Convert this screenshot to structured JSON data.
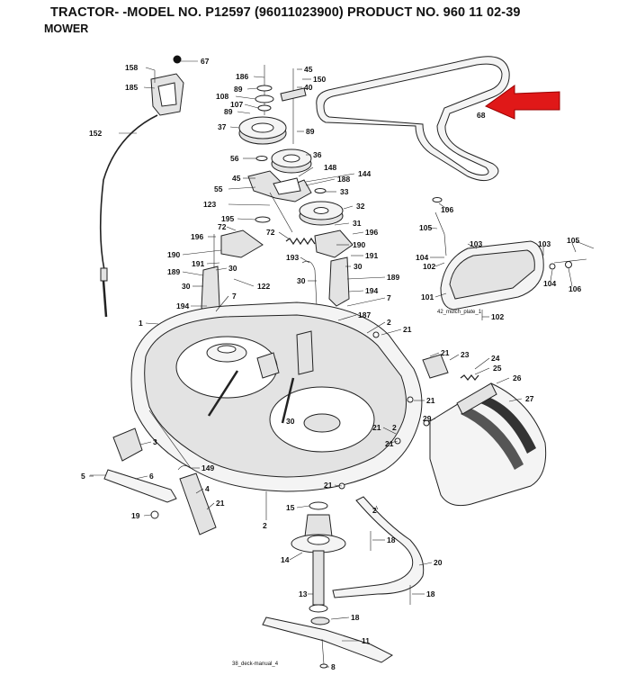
{
  "header": {
    "title": "TRACTOR- -MODEL NO. P12597 (96011023900) PRODUCT NO. 960 11 02-39",
    "subtitle": "MOWER"
  },
  "captions": {
    "mulch_plate": "42_mulch_plate_1",
    "deck_manual": "38_deck-manual_4"
  },
  "colors": {
    "arrow": "#e01818",
    "line": "#222222"
  },
  "callouts": {
    "c158": "158",
    "c67": "67",
    "c185": "185",
    "c152": "152",
    "c186": "186",
    "c89a": "89",
    "c108": "108",
    "c107": "107",
    "c89b": "89",
    "c37": "37",
    "c89c": "89",
    "c56": "56",
    "c36": "36",
    "c45a": "45",
    "c150": "150",
    "c40": "40",
    "c68": "68",
    "c45b": "45",
    "c148": "148",
    "c144": "144",
    "c188": "188",
    "c55": "55",
    "c33": "33",
    "c123": "123",
    "c32": "32",
    "c195": "195",
    "c31": "31",
    "c72a": "72",
    "c72b": "72",
    "c196a": "196",
    "c196b": "196",
    "c190a": "190",
    "c190b": "190",
    "c191a": "191",
    "c191b": "191",
    "c193": "193",
    "c30a": "30",
    "c30b": "30",
    "c30c": "30",
    "c30d": "30",
    "c30e": "30",
    "c189a": "189",
    "c189b": "189",
    "c122": "122",
    "c194a": "194",
    "c194b": "194",
    "c7a": "7",
    "c7b": "7",
    "c1": "1",
    "c187": "187",
    "c2a": "2",
    "c21a": "21",
    "c21b": "21",
    "c21c": "21",
    "c21d": "21",
    "c21e": "21",
    "c21f": "21",
    "c21g": "21",
    "c23": "23",
    "c24": "24",
    "c25": "25",
    "c26": "26",
    "c27": "27",
    "c29": "29",
    "c106a": "106",
    "c105a": "105",
    "c104a": "104",
    "c102a": "102",
    "c103a": "103",
    "c103b": "103",
    "c105b": "105",
    "c104b": "104",
    "c106b": "106",
    "c101": "101",
    "c102b": "102",
    "c3": "3",
    "c5": "5",
    "c6": "6",
    "c149": "149",
    "c4": "4",
    "c19": "19",
    "c2b": "2",
    "c2c": "2",
    "c2d": "2",
    "c15": "15",
    "c18a": "18",
    "c20": "20",
    "c14": "14",
    "c13": "13",
    "c18b": "18",
    "c18c": "18",
    "c11": "11",
    "c8": "8"
  }
}
